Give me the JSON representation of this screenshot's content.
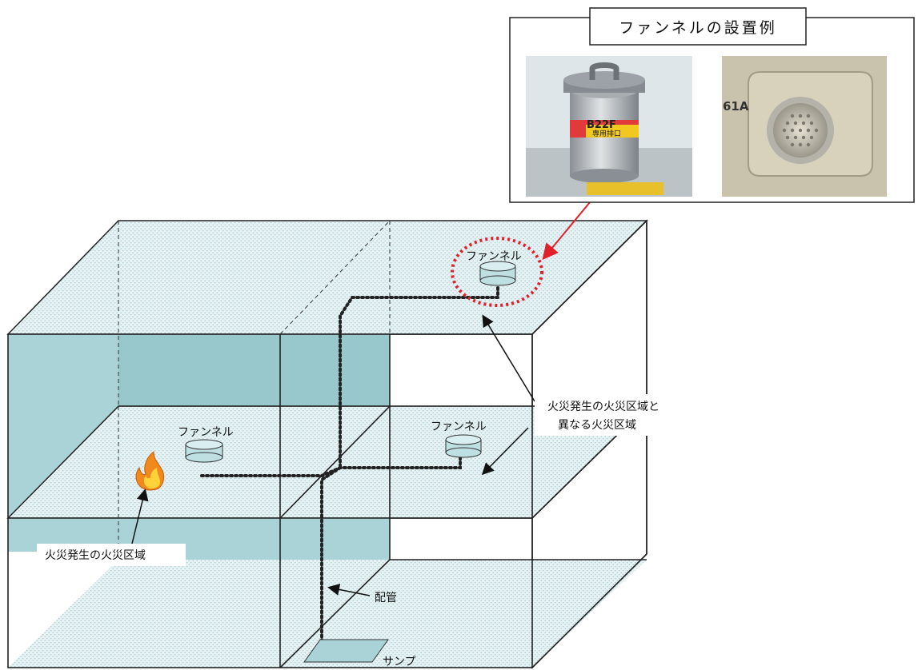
{
  "inset": {
    "title": "ファンネルの設置例",
    "photo1": {
      "can_label": "B22F",
      "tape_text": "専用排口"
    },
    "photo2": {
      "label": "61A"
    }
  },
  "labels": {
    "funnel_top": "ファンネル",
    "funnel_left": "ファンネル",
    "funnel_right": "ファンネル",
    "other_area_line1": "火災発生の火災区域と",
    "other_area_line2": "異なる火災区域",
    "fire_area": "火災発生の火災区域",
    "piping": "配管",
    "sump": "サンプ"
  },
  "colors": {
    "room_fill": "#a9d3d7",
    "floor_fill": "#e3f1f3",
    "highlight_circle": "#e0202a",
    "arrow_red": "#e0202a",
    "pipe": "#222222"
  },
  "icons": {
    "fire": "fire-icon"
  }
}
